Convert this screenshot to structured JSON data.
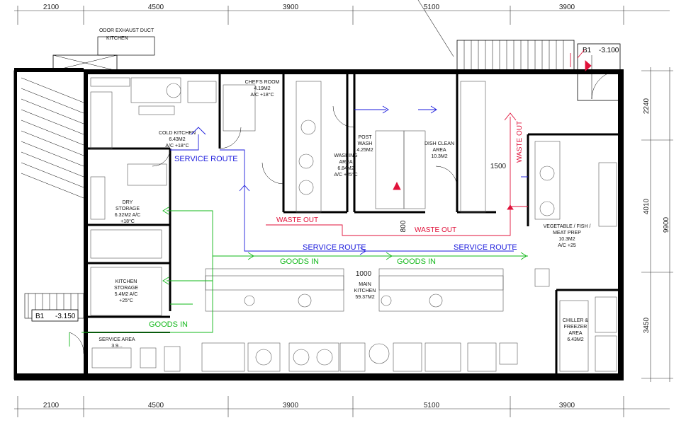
{
  "dimensions": {
    "top": [
      "2100",
      "4500",
      "3900",
      "5100",
      "3900"
    ],
    "bottom": [
      "2100",
      "4500",
      "3900",
      "5100",
      "3900"
    ],
    "right": [
      "2240",
      "4010",
      "3450"
    ],
    "right_total": "9900",
    "inner": [
      "1500",
      "800",
      "1000"
    ]
  },
  "labels": {
    "exhaust": "ODOR EXHAUST DUCT",
    "exhaust2": "KITCHEN",
    "b1_top": "B1",
    "b1_top_level": "-3.100",
    "b1_left": "B1",
    "b1_left_level": "-3.150"
  },
  "rooms": {
    "chefs_room": [
      "CHEF'S ROOM",
      "4.19M2",
      "A/C +18°C"
    ],
    "cold_kitchen": [
      "COLD KITCHEN",
      "6.43M2",
      "A/C +18°C"
    ],
    "dry_storage": [
      "DRY",
      "STORAGE",
      "6.32M2 A/C",
      "+18°C"
    ],
    "kitchen_storage": [
      "KITCHEN",
      "STORAGE",
      "5.4M2 A/C",
      "+25°C"
    ],
    "washing_area": [
      "WASHING",
      "AREA",
      "6.84M2",
      "A/C +25°C"
    ],
    "post_wash": [
      "POST",
      "WASH",
      "4.25M2"
    ],
    "dish_clean": [
      "DISH CLEAN",
      "AREA",
      "10.3M2"
    ],
    "main_kitchen": [
      "MAIN",
      "KITCHEN",
      "59.37M2"
    ],
    "veg_prep": [
      "VEGETABLE / FISH /",
      "MEAT PREP",
      "10.3M2",
      "A/C +25"
    ],
    "chiller": [
      "CHILLER &",
      "FREEZER",
      "AREA",
      "6.43M2"
    ],
    "service_area": [
      "SERVICE AREA",
      "3.9..."
    ]
  },
  "routes": {
    "service_route_1": "SERVICE ROUTE",
    "service_route_2": "SERVICE ROUTE",
    "service_route_3": "SERVICE ROUTE",
    "goods_in_1": "GOODS IN",
    "goods_in_2": "GOODS IN",
    "goods_in_3": "GOODS IN",
    "waste_out_1": "WASTE OUT",
    "waste_out_2": "WASTE OUT",
    "waste_out_3": "WASTE OUT"
  },
  "colors": {
    "wall": "#000000",
    "service": "#1a1adc",
    "goods": "#12b81a",
    "waste": "#e0123a",
    "equipment": "#555555"
  }
}
